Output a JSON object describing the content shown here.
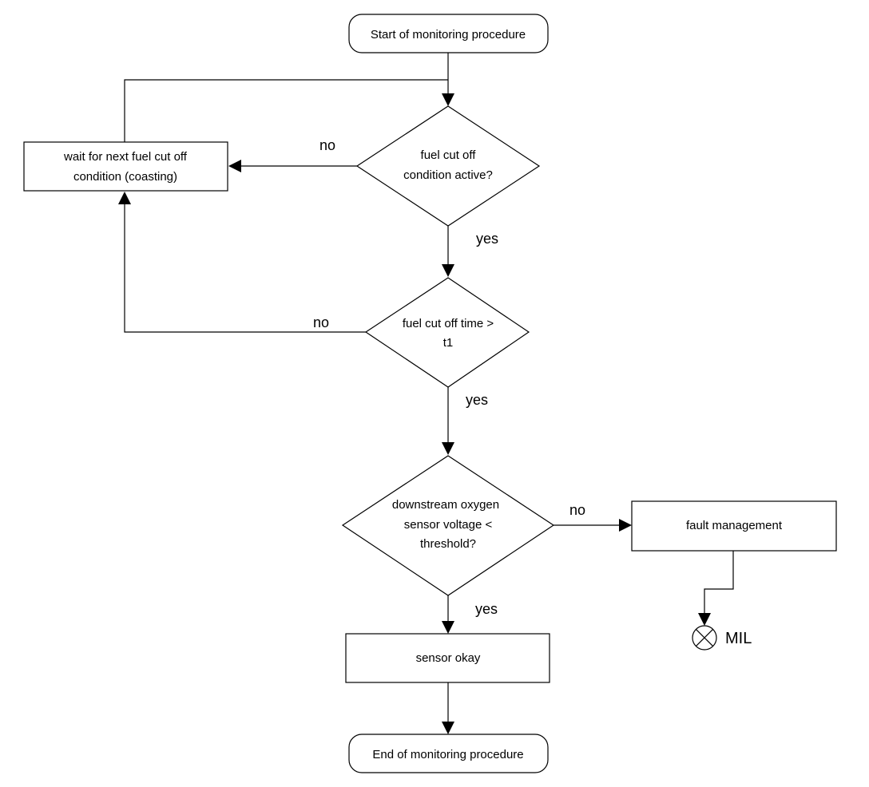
{
  "nodes": {
    "start": "Start of monitoring procedure",
    "wait_line1": "wait for next fuel cut off",
    "wait_line2": "condition (coasting)",
    "decision1_line1": "fuel cut off",
    "decision1_line2": "condition active?",
    "decision2_line1": "fuel cut off time >",
    "decision2_line2": "t1",
    "decision3_line1": "downstream oxygen",
    "decision3_line2": "sensor voltage <",
    "decision3_line3": "threshold?",
    "fault": "fault management",
    "sensor_okay": "sensor okay",
    "end": "End of monitoring procedure"
  },
  "edges": {
    "d1_no": "no",
    "d1_yes": "yes",
    "d2_no": "no",
    "d2_yes": "yes",
    "d3_no": "no",
    "d3_yes": "yes"
  },
  "indicator": {
    "label": "MIL",
    "icon": "lamp-cross-icon"
  }
}
